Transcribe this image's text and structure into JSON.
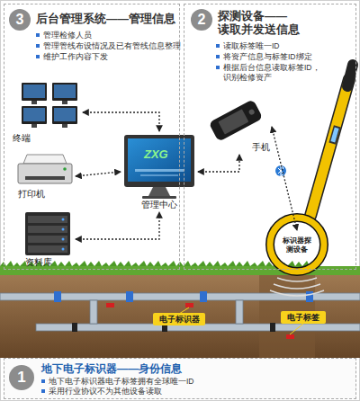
{
  "diagram": {
    "nodes": [
      {
        "text": [
          "3",
          "后台管理系统——管理信息",
          "管理检修人员",
          "管理管线布设情况及已有管线信息整理",
          "维护工作内容下发"
        ]
      },
      {
        "text": [
          "终端"
        ],
        "in": 0
      },
      {
        "text": [
          "打印机"
        ],
        "in": 0
      },
      {
        "text": [
          "资料库"
        ],
        "in": 0
      },
      {
        "text": [
          "管理中心"
        ],
        "in": 0
      },
      {
        "text": [
          "2",
          "探测设备——读取并发送信息",
          "读取标签唯一ID",
          "将资产信息与标签ID绑定",
          "根据后台信息读取标签ID，识别检修资产"
        ]
      },
      {
        "text": [
          "手机"
        ],
        "in": 5
      },
      {
        "text": [
          "标识器探测设备"
        ],
        "in": 5
      },
      {
        "text": [
          "电子标识器"
        ]
      },
      {
        "text": [
          "电子标签"
        ]
      },
      {
        "text": [
          "1",
          "地下电子标识器——身份信息",
          "地下电子标识器电子标签拥有全球唯一ID",
          "采用行业协议不为其他设备读取"
        ]
      }
    ],
    "edges": [
      {
        "from": 1,
        "to": 4,
        "arrow": "both"
      },
      {
        "from": 2,
        "to": 4,
        "arrow": "both"
      },
      {
        "from": 3,
        "to": 4,
        "arrow": "both"
      },
      {
        "from": 4,
        "to": 6,
        "arrow": "both"
      },
      {
        "from": 6,
        "to": 7,
        "arrow": "both"
      }
    ],
    "labels": [
      "ZXG"
    ]
  }
}
